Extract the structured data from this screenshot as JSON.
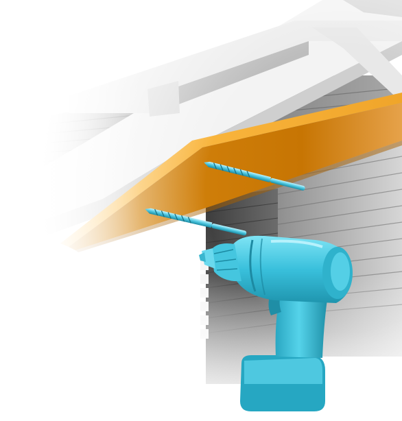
{
  "illustration": {
    "objects": [
      "roof-rafters",
      "siding-wall",
      "fascia-board",
      "drill-bit",
      "drill-bit",
      "cordless-drill"
    ]
  },
  "colors": {
    "board_top": "#f2a21a",
    "board_front": "#cf7a06",
    "drill_body": "#3cc3de",
    "drill_shadow": "#1d8fa8",
    "siding": "#9a9a9a",
    "wall_dark": "#5a5a5a"
  }
}
